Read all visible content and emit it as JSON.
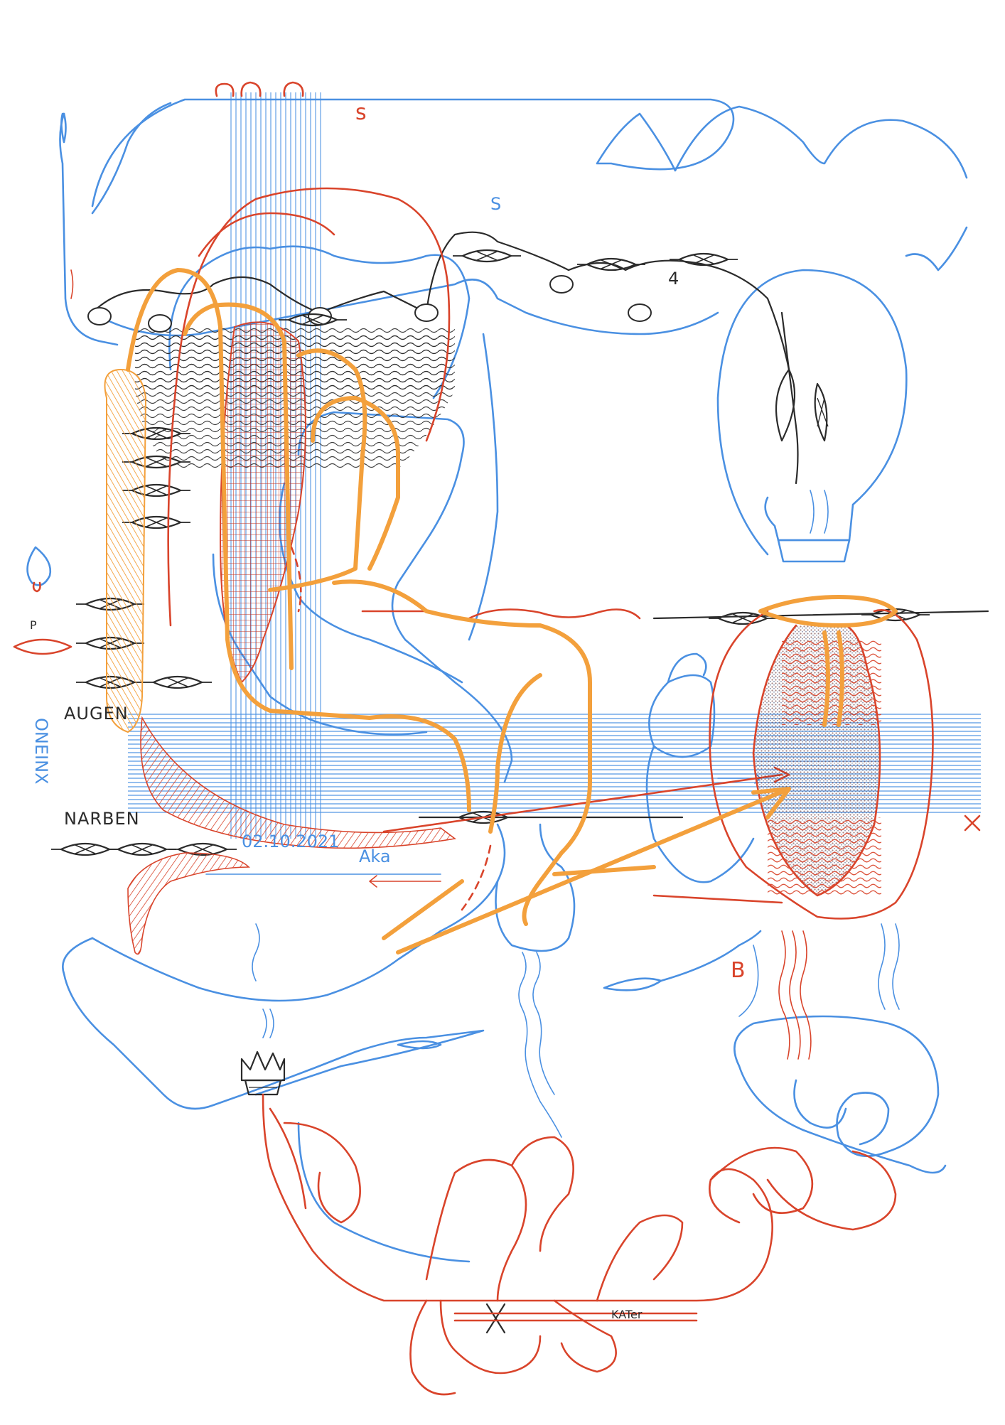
{
  "labels": {
    "augen": "AUGEN",
    "narben": "NARBEN",
    "vertical_word": "ONEINX",
    "date": "02.10.2021",
    "signature": "Aka",
    "kater": "KATer",
    "s_top": "s",
    "s_mid": "S",
    "number_four": "4",
    "b_letter": "B",
    "p_letter": "P"
  },
  "palette": {
    "blue": "#4a90e2",
    "red": "#d9442b",
    "orange": "#f3a03c",
    "black": "#2b2b2b",
    "paper": "#ffffff"
  },
  "icons": [
    "eye-motif-icon",
    "crown-icon",
    "cross-mark-icon",
    "drop-icon"
  ]
}
